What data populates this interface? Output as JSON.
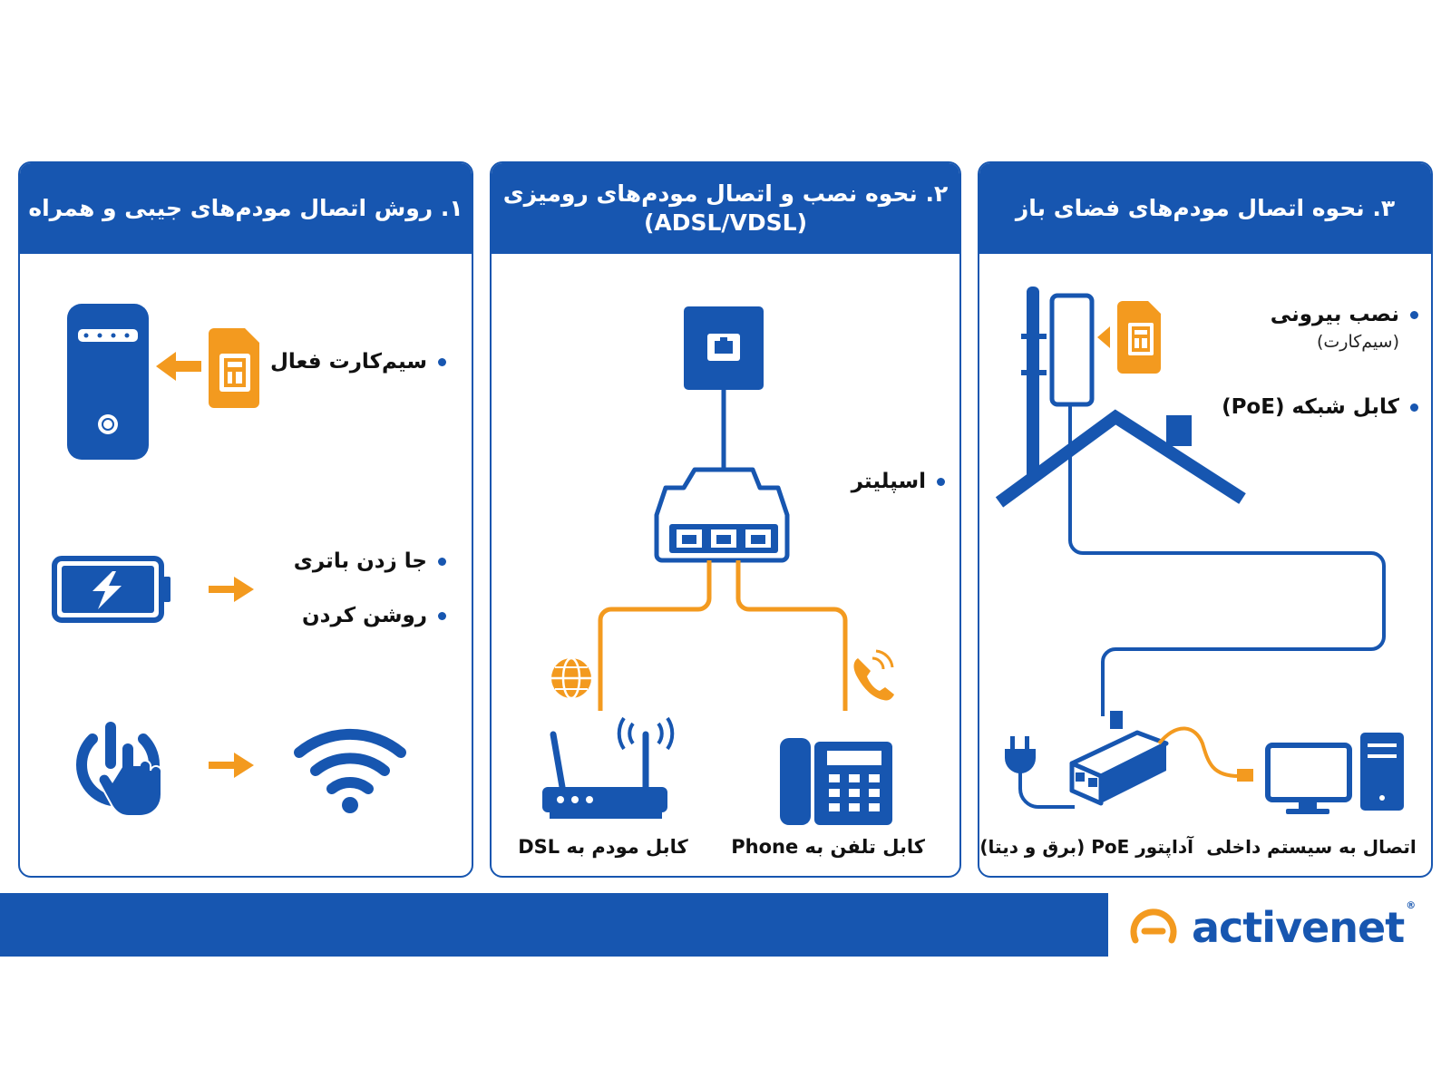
{
  "panels": [
    {
      "title": "۱. روش اتصال مودم‌های جیبی و همراه",
      "bullets": [
        "سیم‌کارت فعال",
        "جا زدن باتری",
        "روشن کردن"
      ],
      "icons": [
        "pocket-modem-icon",
        "sim-card-icon",
        "battery-icon",
        "power-button-icon",
        "wifi-icon"
      ]
    },
    {
      "title_line1": "۲. نحوه نصب و اتصال مودم‌های رومیزی",
      "title_line2": "(ADSL/VDSL)",
      "bullet": "اسپلیتر",
      "caption_left": "کابل مودم به DSL",
      "caption_right": "کابل تلفن به Phone",
      "icons": [
        "phone-wall-jack-icon",
        "splitter-icon",
        "globe-icon",
        "phone-call-icon",
        "router-icon",
        "desk-phone-icon"
      ]
    },
    {
      "title": "۳. نحوه اتصال مودم‌های فضای باز",
      "bullet1": "نصب بیرونی",
      "bullet1_sub": "(سیم‌کارت)",
      "bullet2": "کابل شبکه (PoE)",
      "caption_left": "آداپتور PoE (برق و دیتا)",
      "caption_right": "اتصال به سیستم داخلی",
      "icons": [
        "outdoor-antenna-icon",
        "sim-card-icon",
        "house-roof-icon",
        "poe-adapter-icon",
        "power-plug-icon",
        "desktop-computer-icon"
      ]
    }
  ],
  "brand": {
    "name": "activenet",
    "registered": "®"
  },
  "colors": {
    "primary": "#1756b0",
    "accent": "#f39a1f",
    "white": "#ffffff"
  }
}
